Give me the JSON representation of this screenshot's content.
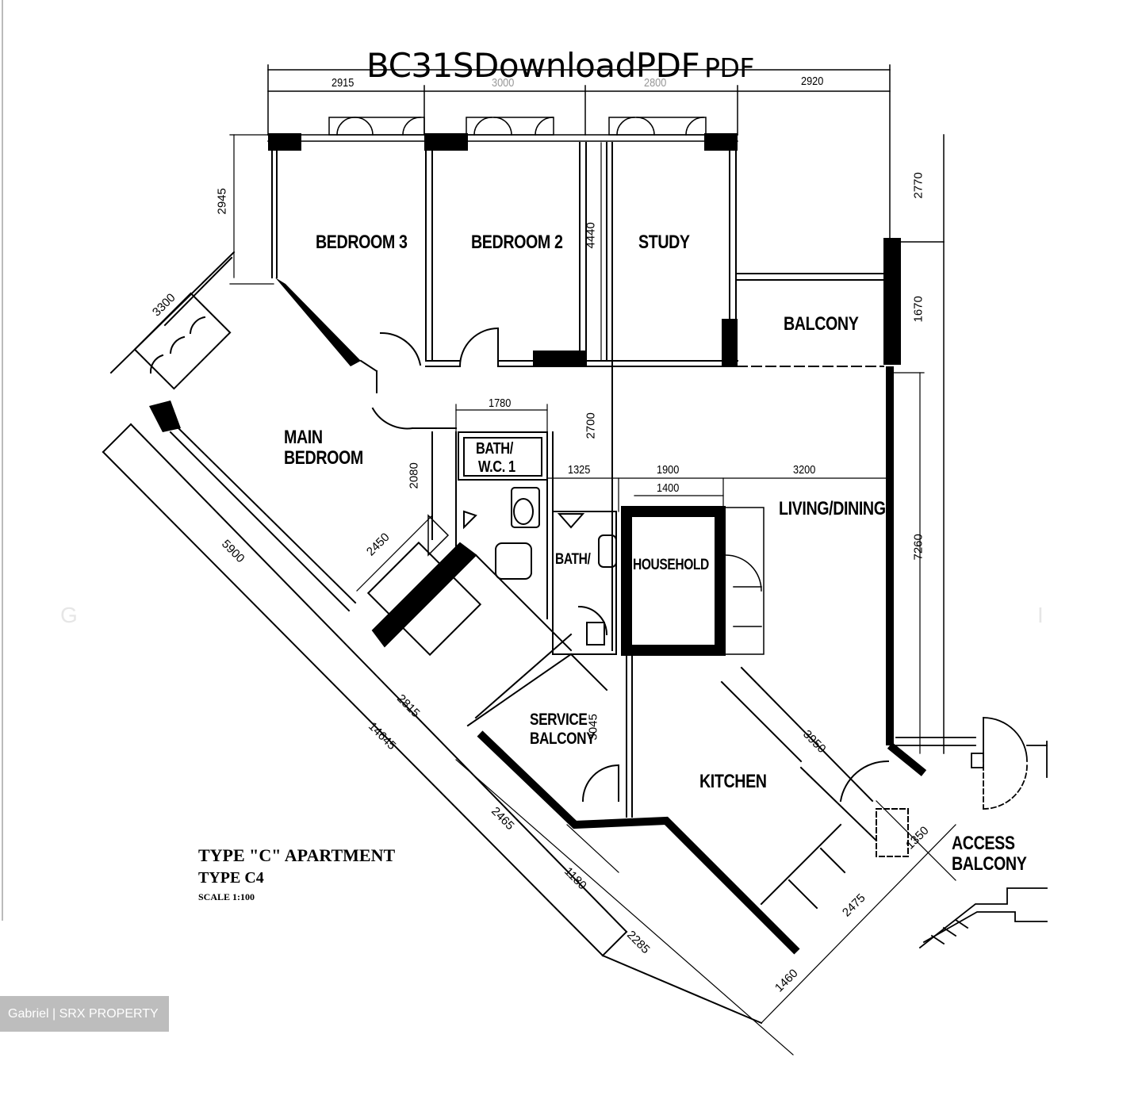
{
  "title": {
    "main": "BC31SDownloadPDF",
    "suffix": "PDF"
  },
  "rooms": {
    "bedroom3": "BEDROOM 3",
    "bedroom2": "BEDROOM 2",
    "study": "STUDY",
    "balcony": "BALCONY",
    "main_bedroom_line1": "MAIN",
    "main_bedroom_line2": "BEDROOM",
    "bath_wc1_line1": "BATH/",
    "bath_wc1_line2": "W.C. 1",
    "bath_wc2": "BATH/",
    "household_shelter": "HOUSEHOLD",
    "living_dining": "LIVING/DINING",
    "service_balcony_line1": "SERVICE",
    "service_balcony_line2": "BALCONY",
    "kitchen": "KITCHEN",
    "access_balcony_line1": "ACCESS",
    "access_balcony_line2": "BALCONY"
  },
  "dimensions": {
    "top_2915": "2915",
    "top_3000": "3000",
    "top_2800": "2800",
    "top_2920": "2920",
    "d2945": "2945",
    "d3300": "3300",
    "d4440": "4440",
    "d2770": "2770",
    "d1670": "1670",
    "d1780": "1780",
    "d2700": "2700",
    "d1325": "1325",
    "d1900": "1900",
    "d3200": "3200",
    "d1400": "1400",
    "d2080": "2080",
    "d7260": "7260",
    "d5900": "5900",
    "d2450": "2450",
    "d2815": "2815",
    "d14645": "14645",
    "d3045": "3045",
    "d3950": "3950",
    "d2465": "2465",
    "d1180": "1180",
    "d2285": "2285",
    "d1350": "1350",
    "d2475": "2475",
    "d1460": "1460"
  },
  "caption": {
    "type_line": "TYPE \"C\" APARTMENT",
    "subtype_line": "TYPE C4",
    "scale_line": "SCALE 1:100"
  },
  "watermark": {
    "left": "G",
    "right": "I"
  },
  "credit": "Gabriel | SRX PROPERTY"
}
